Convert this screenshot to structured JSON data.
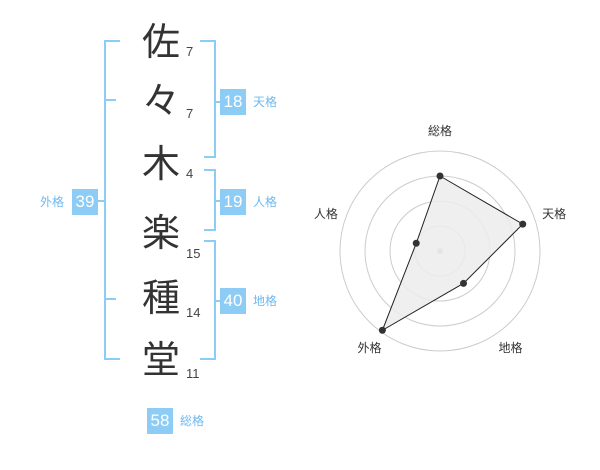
{
  "name": {
    "characters": [
      {
        "char": "佐",
        "strokes": "7"
      },
      {
        "char": "々",
        "strokes": "7"
      },
      {
        "char": "木",
        "strokes": "4"
      },
      {
        "char": "楽",
        "strokes": "15"
      },
      {
        "char": "種",
        "strokes": "14"
      },
      {
        "char": "堂",
        "strokes": "11"
      }
    ]
  },
  "kakusu": {
    "tenkaku": {
      "value": "18",
      "label": "天格"
    },
    "jinkaku": {
      "value": "19",
      "label": "人格"
    },
    "chikaku": {
      "value": "40",
      "label": "地格"
    },
    "gaikaku": {
      "value": "39",
      "label": "外格"
    },
    "soukaku": {
      "value": "58",
      "label": "総格"
    }
  },
  "chart_data": {
    "type": "radar",
    "axes": [
      "総格",
      "天格",
      "地格",
      "外格",
      "人格"
    ],
    "values": [
      0.75,
      0.87,
      0.4,
      0.98,
      0.25
    ],
    "rings": 4,
    "grid": true,
    "colors": {
      "fill": "#ececec",
      "line": "#222222",
      "point": "#333333",
      "grid": "#cccccc",
      "center": "#bbbbbb"
    }
  },
  "colors": {
    "accent": "#8cccf5",
    "accent_text": "#6fb8ee",
    "text": "#333333"
  }
}
